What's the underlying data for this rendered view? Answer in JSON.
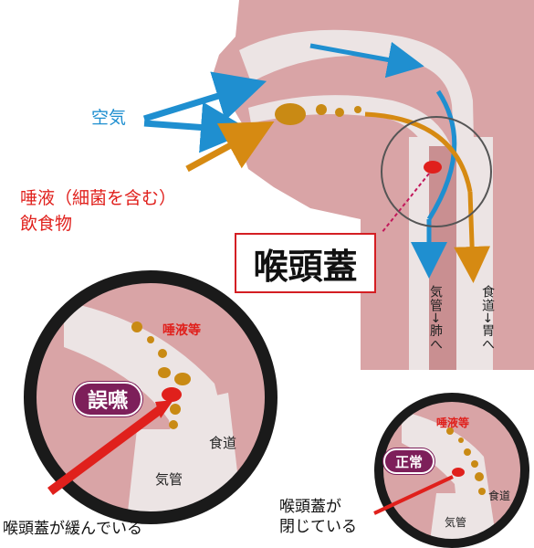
{
  "labels": {
    "air": "空気",
    "saliva_bacteria": "唾液（細菌を含む）",
    "food": "飲食物",
    "epiglottis": "喉頭蓋",
    "trachea_to_lung": "気管→肺へ",
    "esophagus_to_stomach": "食道→胃へ"
  },
  "left_circle": {
    "badge": "誤嚥",
    "saliva_etc": "唾液等",
    "esophagus": "食道",
    "trachea": "気管",
    "caption": "喉頭蓋が緩んでいる"
  },
  "right_circle": {
    "badge": "正常",
    "saliva_etc": "唾液等",
    "esophagus": "食道",
    "trachea": "気管",
    "caption_line1": "喉頭蓋が",
    "caption_line2": "閉じている"
  },
  "colors": {
    "tissue": "#d9a4a6",
    "airway": "#ece4e4",
    "air_arrow": "#1f8fd0",
    "food_arrow": "#d68a12",
    "highlight": "#e0201c",
    "badge": "#7d1f5a"
  }
}
